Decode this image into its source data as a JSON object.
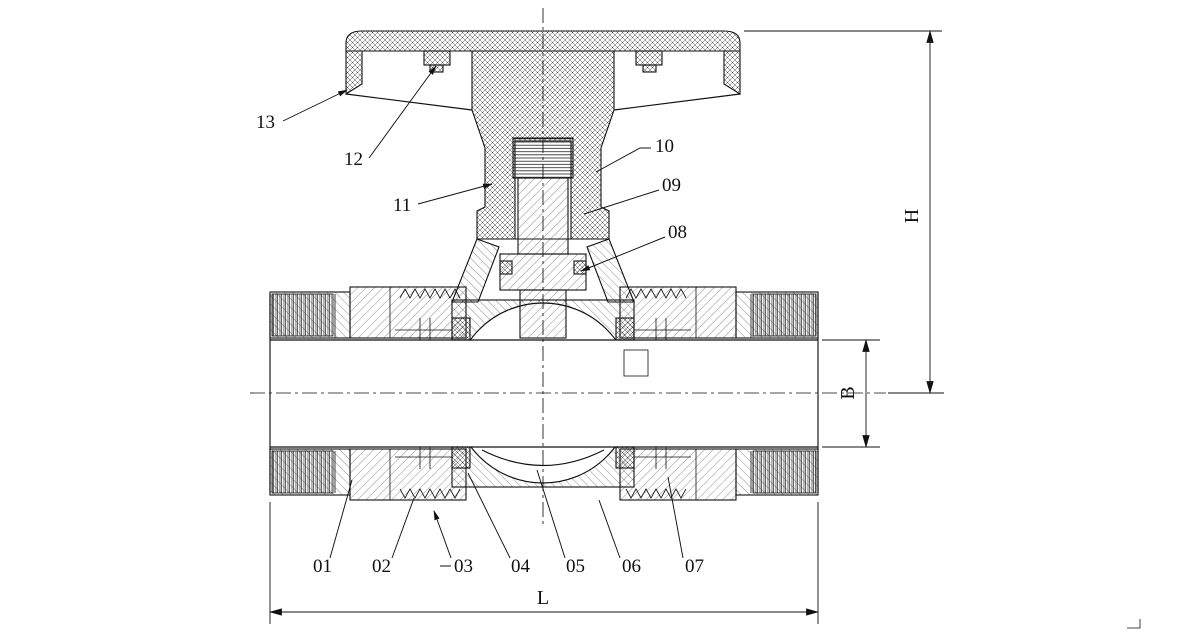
{
  "drawing": {
    "part_labels": [
      {
        "id": "01"
      },
      {
        "id": "02"
      },
      {
        "id": "03"
      },
      {
        "id": "04"
      },
      {
        "id": "05"
      },
      {
        "id": "06"
      },
      {
        "id": "07"
      },
      {
        "id": "08"
      },
      {
        "id": "09"
      },
      {
        "id": "10"
      },
      {
        "id": "11"
      },
      {
        "id": "12"
      },
      {
        "id": "13"
      }
    ],
    "dimension_labels": {
      "height": "H",
      "bore": "B",
      "length": "L"
    },
    "colors": {
      "line": "#111111",
      "background": "#ffffff"
    }
  }
}
